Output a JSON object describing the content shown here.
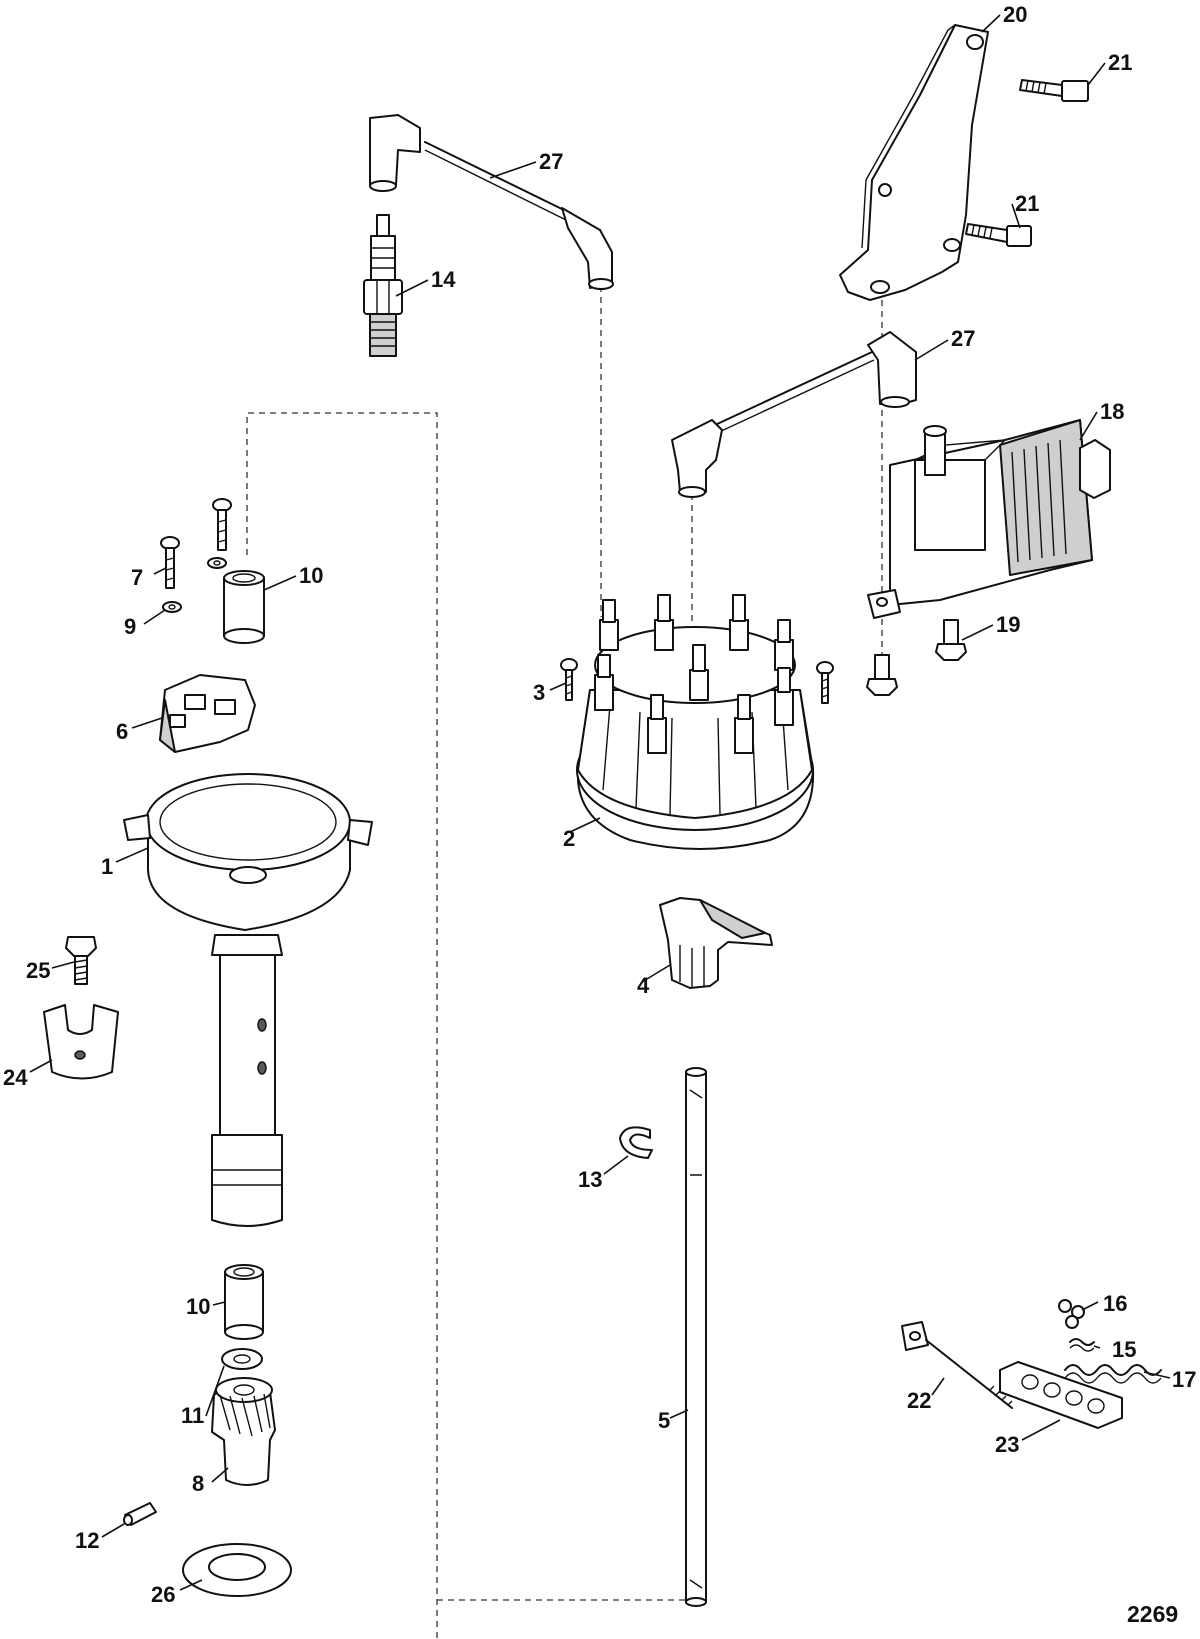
{
  "figure_number": "2269",
  "callouts": [
    {
      "id": "c20",
      "label": "20"
    },
    {
      "id": "c21a",
      "label": "21"
    },
    {
      "id": "c21b",
      "label": "21"
    },
    {
      "id": "c27a",
      "label": "27"
    },
    {
      "id": "c27b",
      "label": "27"
    },
    {
      "id": "c14",
      "label": "14"
    },
    {
      "id": "c18",
      "label": "18"
    },
    {
      "id": "c19",
      "label": "19"
    },
    {
      "id": "c7",
      "label": "7"
    },
    {
      "id": "c10a",
      "label": "10"
    },
    {
      "id": "c9",
      "label": "9"
    },
    {
      "id": "c3",
      "label": "3"
    },
    {
      "id": "c6",
      "label": "6"
    },
    {
      "id": "c2",
      "label": "2"
    },
    {
      "id": "c1",
      "label": "1"
    },
    {
      "id": "c25",
      "label": "25"
    },
    {
      "id": "c4",
      "label": "4"
    },
    {
      "id": "c24",
      "label": "24"
    },
    {
      "id": "c13",
      "label": "13"
    },
    {
      "id": "c16",
      "label": "16"
    },
    {
      "id": "c15",
      "label": "15"
    },
    {
      "id": "c17",
      "label": "17"
    },
    {
      "id": "c22",
      "label": "22"
    },
    {
      "id": "c10b",
      "label": "10"
    },
    {
      "id": "c5",
      "label": "5"
    },
    {
      "id": "c23",
      "label": "23"
    },
    {
      "id": "c11",
      "label": "11"
    },
    {
      "id": "c8",
      "label": "8"
    },
    {
      "id": "c12",
      "label": "12"
    },
    {
      "id": "c26",
      "label": "26"
    }
  ]
}
